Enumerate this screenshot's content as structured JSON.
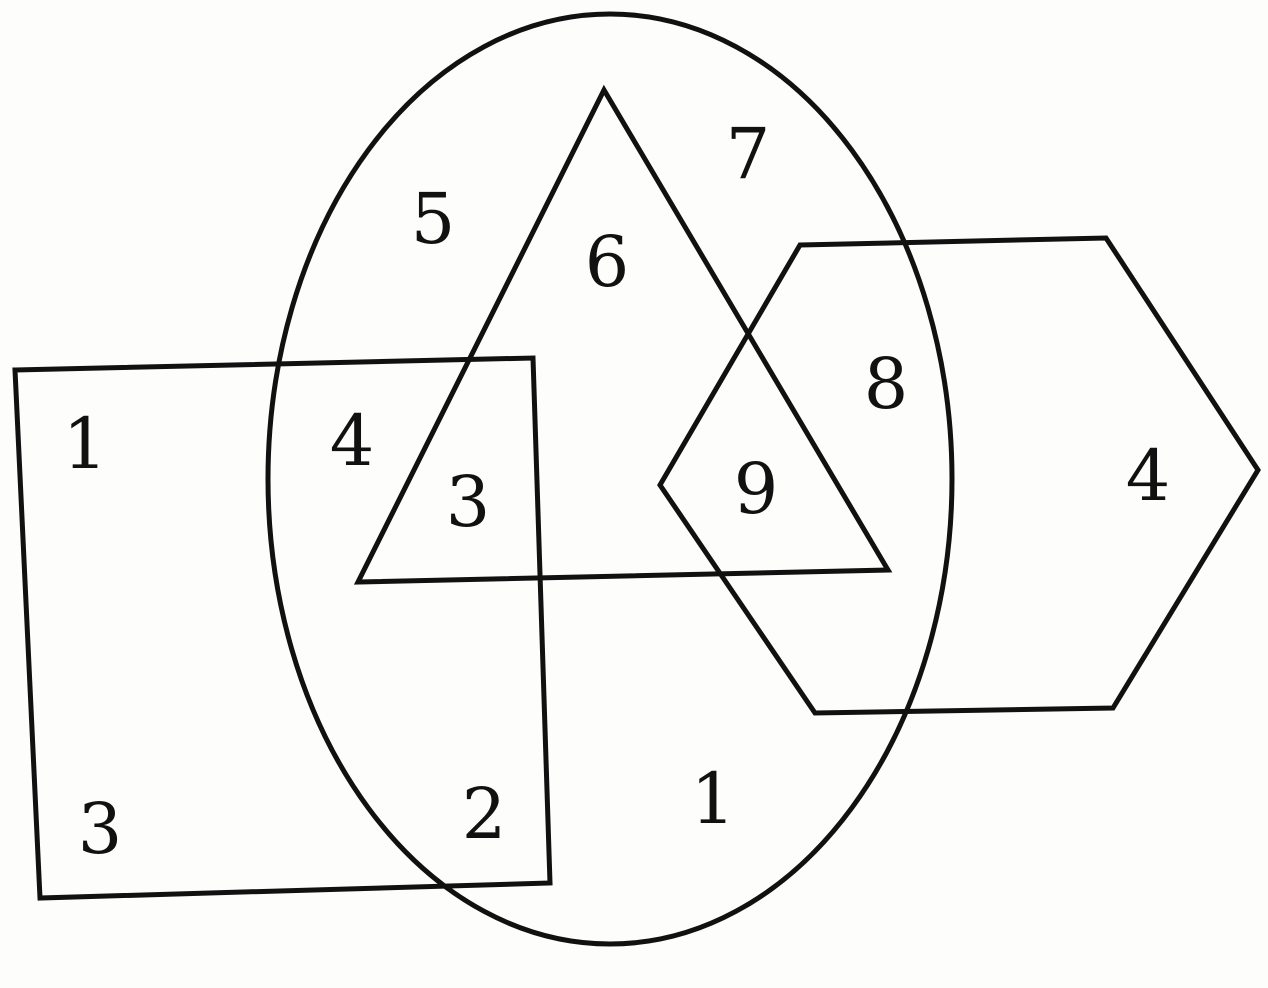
{
  "diagram": {
    "shapes": [
      "ellipse",
      "triangle",
      "rectangle",
      "hexagon"
    ],
    "regions": {
      "ellipse_only_left": "5",
      "triangle_ellipse": "6",
      "ellipse_only_top_right": "7",
      "hexagon_ellipse": "8",
      "rectangle_only_top": "1",
      "rectangle_ellipse_top": "4",
      "rectangle_triangle_ellipse": "3",
      "triangle_hexagon_ellipse": "9",
      "hexagon_only": "4",
      "rectangle_only_bottom": "3",
      "rectangle_ellipse_bottom": "2",
      "ellipse_only_bottom": "1"
    }
  }
}
